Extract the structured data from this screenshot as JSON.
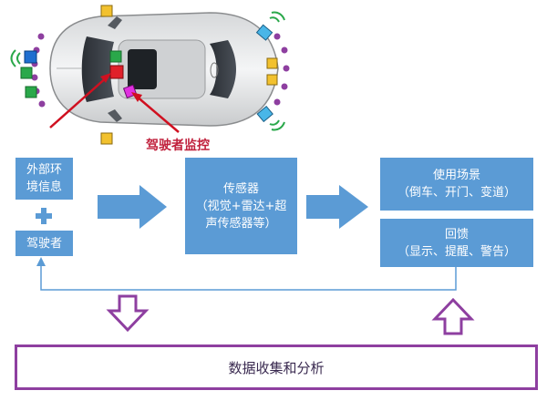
{
  "car": {
    "monitor_label": "驾驶者监控"
  },
  "boxes": {
    "external_line1": "外部环",
    "external_line2": "境信息",
    "driver": "驾驶者",
    "sensor_line1": "传感器",
    "sensor_line2": "（视觉+雷达+超",
    "sensor_line3": "声传感器等）",
    "scenario_line1": "使用场景",
    "scenario_line2": "（倒车、开门、变道）",
    "feedback_line1": "回馈",
    "feedback_line2": "（显示、提醒、警告）"
  },
  "data_box": {
    "label": "数据收集和分析"
  },
  "colors": {
    "box": "#5b9bd5",
    "arrow": "#5b9bd5",
    "purple": "#8e3fa0",
    "label_red": "#c0203c"
  }
}
